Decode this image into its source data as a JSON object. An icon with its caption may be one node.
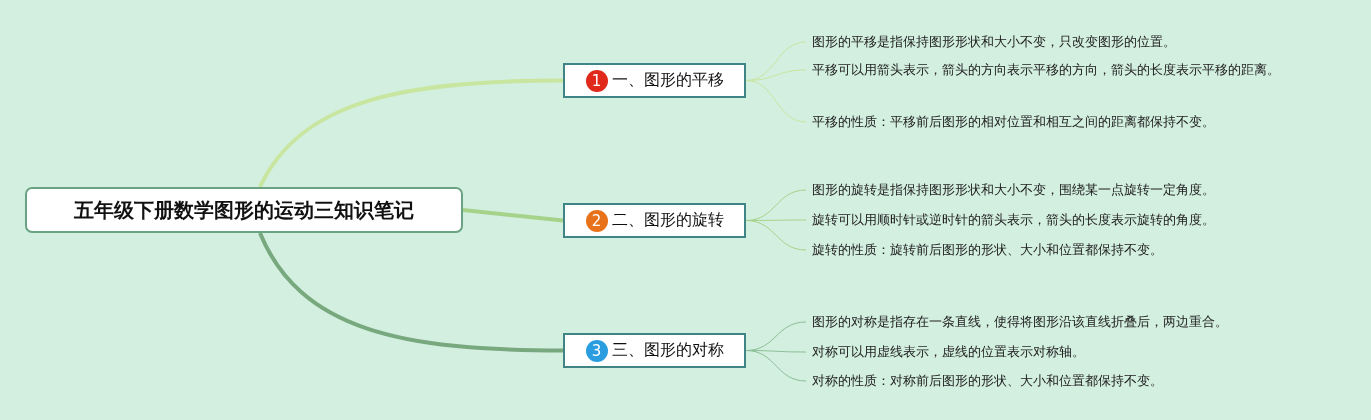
{
  "diagram": {
    "nodes": [
      {
        "text": [
          "五年级下册数学图形的运动三知识笔记"
        ]
      },
      {
        "text": [
          "1",
          "一、图形的平移"
        ]
      },
      {
        "text": [
          "2",
          "二、图形的旋转"
        ]
      },
      {
        "text": [
          "3",
          "三、图形的对称"
        ]
      },
      {
        "text": [
          "图形的平移是指保持图形形状和大小不变，只改变图形的位置。"
        ]
      },
      {
        "text": [
          "平移可以用箭头表示，箭头的方向表示平移的方向，箭头的长度表示平移的距离。"
        ]
      },
      {
        "text": [
          "平移的性质：平移前后图形的相对位置和相互之间的距离都保持不变。"
        ]
      },
      {
        "text": [
          "图形的旋转是指保持图形形状和大小不变，围绕某一点旋转一定角度。"
        ]
      },
      {
        "text": [
          "旋转可以用顺时针或逆时针的箭头表示，箭头的长度表示旋转的角度。"
        ]
      },
      {
        "text": [
          "旋转的性质：旋转前后图形的形状、大小和位置都保持不变。"
        ]
      },
      {
        "text": [
          "图形的对称是指存在一条直线，使得将图形沿该直线折叠后，两边重合。"
        ]
      },
      {
        "text": [
          "对称可以用虚线表示，虚线的位置表示对称轴。"
        ]
      },
      {
        "text": [
          "对称的性质：对称前后图形的形状、大小和位置都保持不变。"
        ]
      }
    ],
    "edges": [
      {
        "from": 0,
        "to": 1,
        "arrow": "none",
        "style": "thick",
        "color": "#c8e6a0"
      },
      {
        "from": 0,
        "to": 2,
        "arrow": "none",
        "style": "thick",
        "color": "#a6d38a"
      },
      {
        "from": 0,
        "to": 3,
        "arrow": "none",
        "style": "thick",
        "color": "#78a97e"
      },
      {
        "from": 1,
        "to": 4,
        "arrow": "none",
        "color": "#c8e6a0"
      },
      {
        "from": 1,
        "to": 5,
        "arrow": "none",
        "color": "#c8e6a0"
      },
      {
        "from": 1,
        "to": 6,
        "arrow": "none",
        "color": "#c8e6a0"
      },
      {
        "from": 2,
        "to": 7,
        "arrow": "none",
        "color": "#a6d38a"
      },
      {
        "from": 2,
        "to": 8,
        "arrow": "none",
        "color": "#a6d38a"
      },
      {
        "from": 2,
        "to": 9,
        "arrow": "none",
        "color": "#a6d38a"
      },
      {
        "from": 3,
        "to": 10,
        "arrow": "none",
        "color": "#8bbf95"
      },
      {
        "from": 3,
        "to": 11,
        "arrow": "none",
        "color": "#8bbf95"
      },
      {
        "from": 3,
        "to": 12,
        "arrow": "none",
        "color": "#8bbf95"
      }
    ]
  }
}
